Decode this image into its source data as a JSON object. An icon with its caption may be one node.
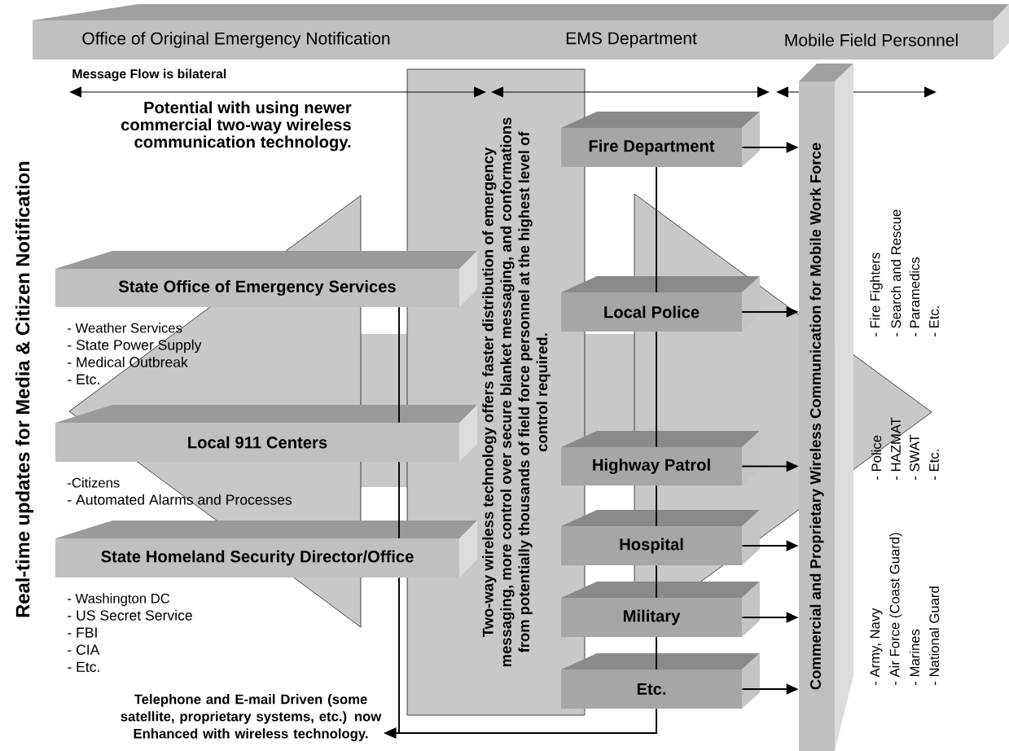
{
  "diagram": {
    "nodes": [
      {
        "text": [
          "Office of Original Emergency Notification",
          "EMS Department",
          "Mobile Field Personnel"
        ]
      },
      {
        "text": [
          "State Office of Emergency Services"
        ],
        "beside": [
          "- Weather Services",
          "- State Power Supply",
          "- Medical Outbreak",
          "- Etc."
        ]
      },
      {
        "text": [
          "Local 911 Centers"
        ],
        "beside": [
          "-Citizens",
          "- Automated Alarms and Processes"
        ]
      },
      {
        "text": [
          "State Homeland Security Director/Office"
        ],
        "beside": [
          "- Washington DC",
          "- US Secret Service",
          "- FBI",
          "- CIA",
          "- Etc."
        ]
      },
      {
        "text": [
          "Two-way wireless technology offers faster distribution of emergency messaging, more control over secure blanket messaging, and conformations from potentially thousands of field force personnel at the highest level of control required."
        ]
      },
      {
        "text": [
          "Fire Department"
        ]
      },
      {
        "text": [
          "Local Police"
        ]
      },
      {
        "text": [
          "Highway Patrol"
        ]
      },
      {
        "text": [
          "Hospital"
        ]
      },
      {
        "text": [
          "Military"
        ]
      },
      {
        "text": [
          "Etc."
        ]
      },
      {
        "text": [
          "Commercial and Proprietary Wireless Communication for Mobile Work Force"
        ]
      },
      {
        "text": [
          "Telephone and E-mail Driven (some satellite, proprietary systems, etc.) now Enhanced with wireless technology."
        ]
      }
    ],
    "edges": [
      {
        "from": 5,
        "to": 11,
        "arrow": "to"
      },
      {
        "from": 6,
        "to": 11,
        "arrow": "to"
      },
      {
        "from": 7,
        "to": 11,
        "arrow": "to"
      },
      {
        "from": 8,
        "to": 11,
        "arrow": "to"
      },
      {
        "from": 9,
        "to": 11,
        "arrow": "to"
      },
      {
        "from": 10,
        "to": 11,
        "arrow": "to"
      },
      {
        "from": 5,
        "to": 6,
        "arrow": "none"
      },
      {
        "from": 6,
        "to": 7,
        "arrow": "none"
      },
      {
        "from": 7,
        "to": 8,
        "arrow": "none"
      },
      {
        "from": 8,
        "to": 9,
        "arrow": "none"
      },
      {
        "from": 9,
        "to": 10,
        "arrow": "none"
      },
      {
        "from": 1,
        "to": 2,
        "arrow": "none"
      },
      {
        "from": 2,
        "to": 3,
        "arrow": "none"
      },
      {
        "from": 3,
        "to": 12,
        "arrow": "to"
      },
      {
        "from": 10,
        "to": 12,
        "arrow": "to"
      }
    ],
    "labels": [
      "Real-time updates for Media & Citizen Notification",
      "Message Flow is bilateral",
      "Potential with using newer commercial two-way wireless communication technology.",
      "- Fire Fighters",
      "- Search and Rescue",
      "- Paramedics",
      "- Etc.",
      "- Police",
      "- HAZMAT",
      "- SWAT",
      "- Etc.",
      "- Army, Navy",
      "- Air Force (Coast Guard)",
      "- Marines",
      "- National Guard"
    ]
  }
}
